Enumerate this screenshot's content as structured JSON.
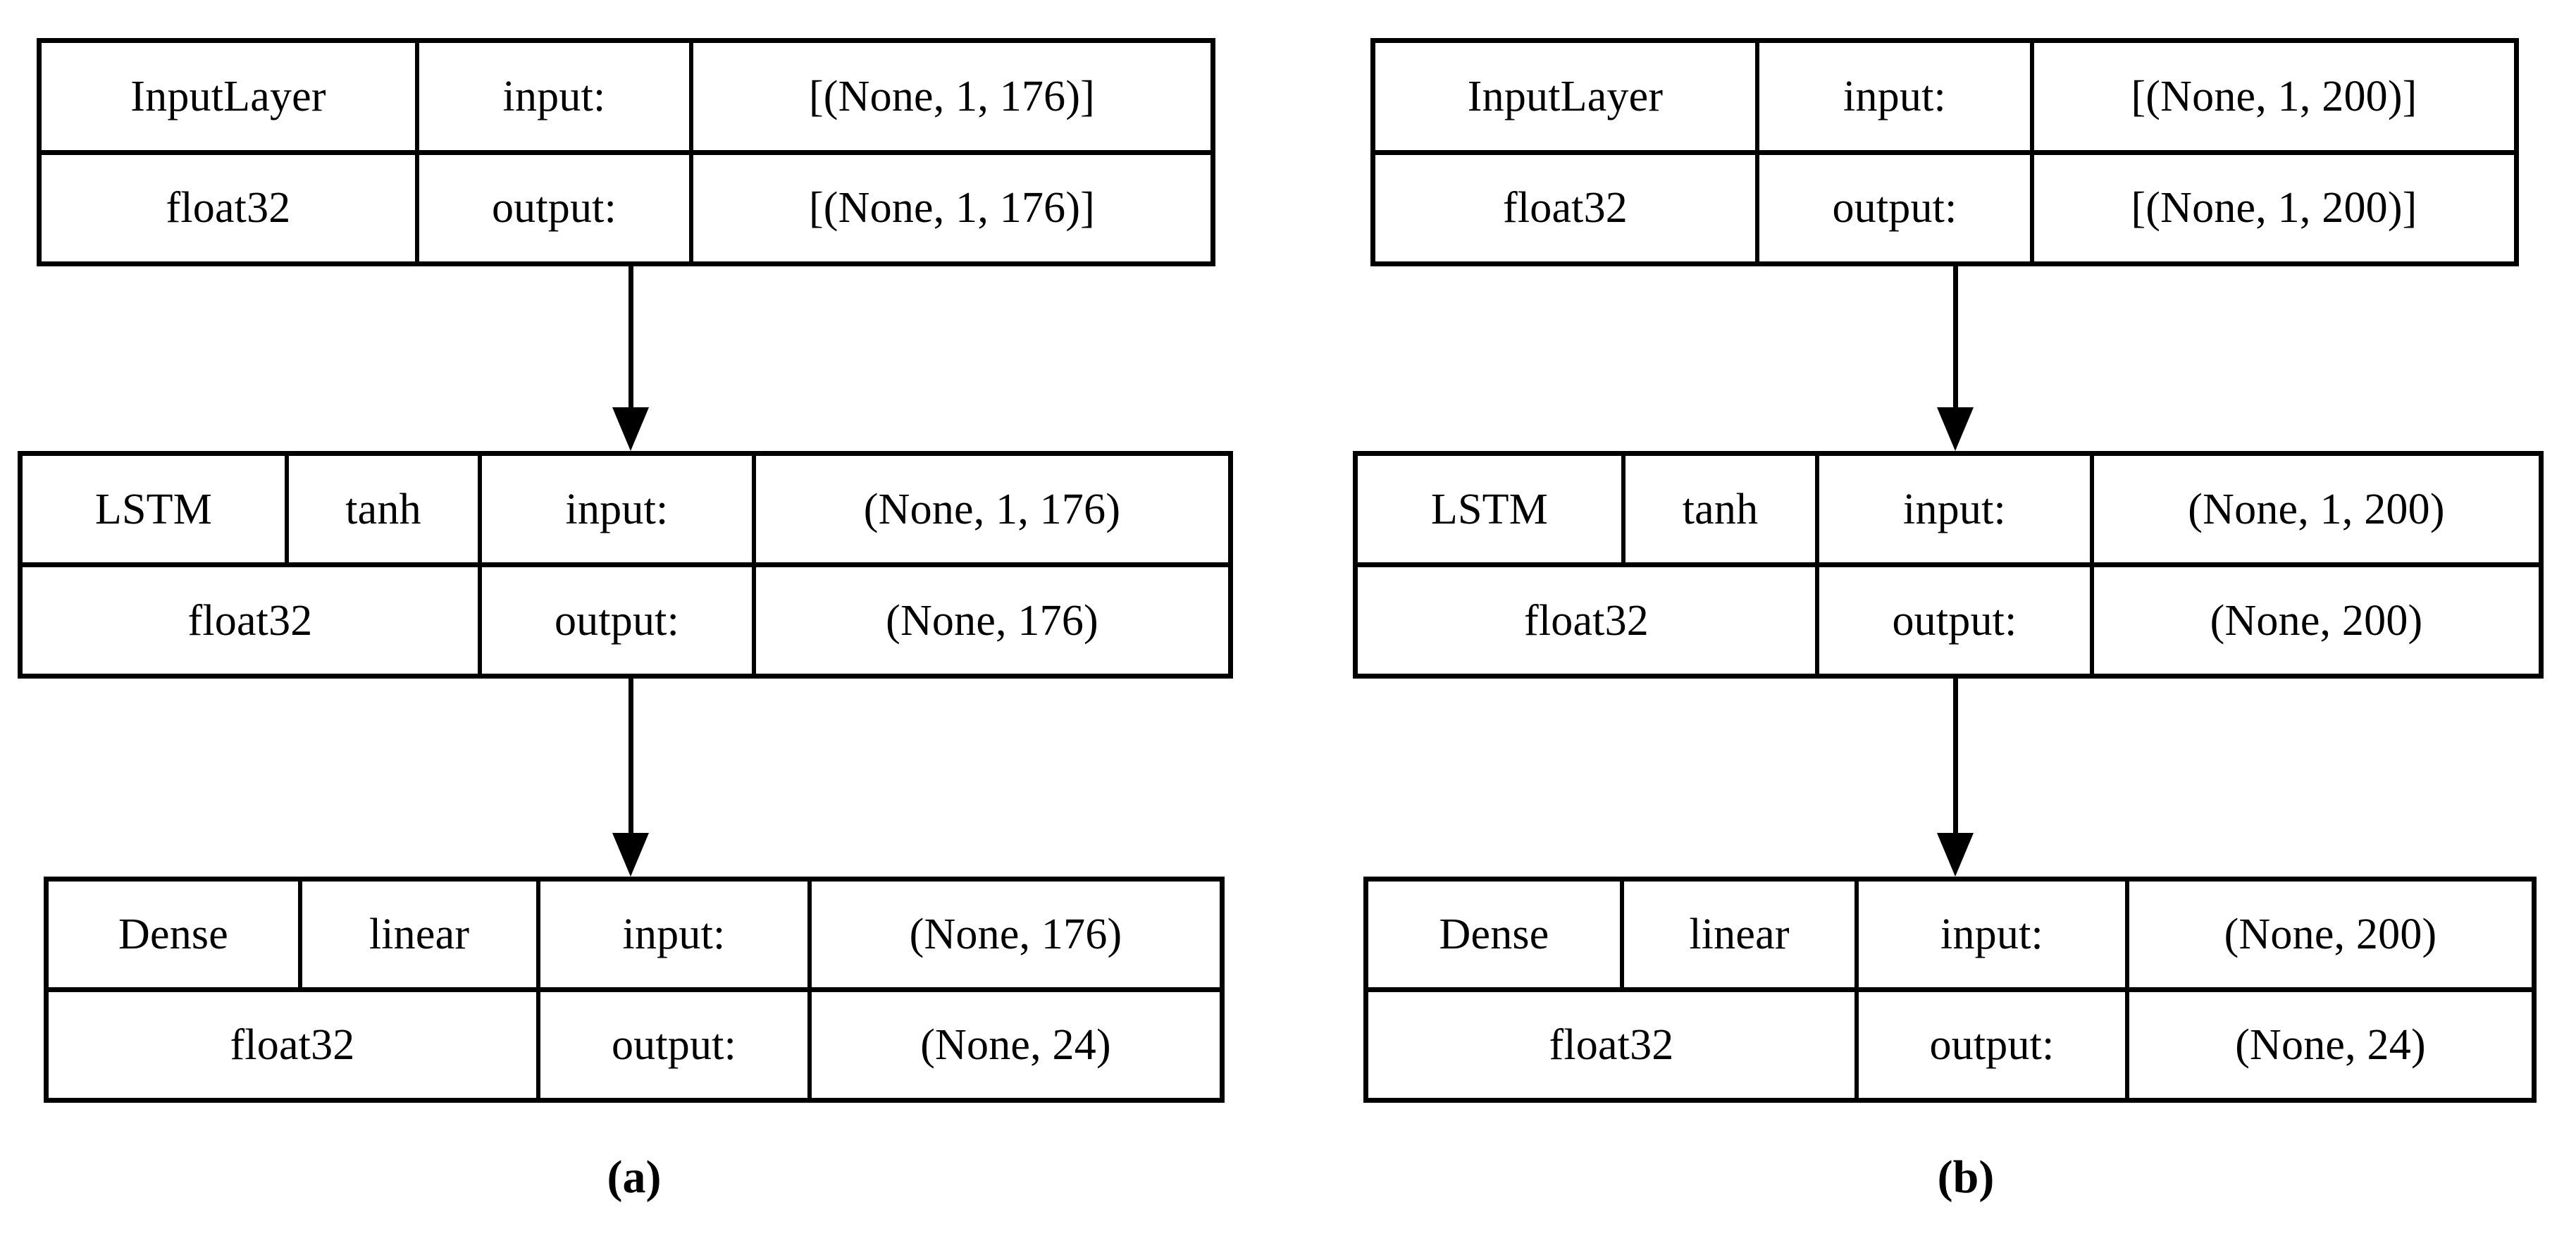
{
  "figure": {
    "type": "neural-network-layer-diagram",
    "panels": [
      {
        "id": "a",
        "caption": "(a)",
        "layers": [
          {
            "name": "InputLayer",
            "dtype": "float32",
            "activation": null,
            "input_label": "input:",
            "output_label": "output:",
            "input_shape": "[(None, 1, 176)]",
            "output_shape": "[(None, 1, 176)]"
          },
          {
            "name": "LSTM",
            "dtype": "float32",
            "activation": "tanh",
            "input_label": "input:",
            "output_label": "output:",
            "input_shape": "(None, 1, 176)",
            "output_shape": "(None, 176)"
          },
          {
            "name": "Dense",
            "dtype": "float32",
            "activation": "linear",
            "input_label": "input:",
            "output_label": "output:",
            "input_shape": "(None, 176)",
            "output_shape": "(None, 24)"
          }
        ]
      },
      {
        "id": "b",
        "caption": "(b)",
        "layers": [
          {
            "name": "InputLayer",
            "dtype": "float32",
            "activation": null,
            "input_label": "input:",
            "output_label": "output:",
            "input_shape": "[(None, 1, 200)]",
            "output_shape": "[(None, 1, 200)]"
          },
          {
            "name": "LSTM",
            "dtype": "float32",
            "activation": "tanh",
            "input_label": "input:",
            "output_label": "output:",
            "input_shape": "(None, 1, 200)",
            "output_shape": "(None, 200)"
          },
          {
            "name": "Dense",
            "dtype": "float32",
            "activation": "linear",
            "input_label": "input:",
            "output_label": "output:",
            "input_shape": "(None, 200)",
            "output_shape": "(None, 24)"
          }
        ]
      }
    ],
    "colors": {
      "background": "#ffffff",
      "stroke": "#000000",
      "text": "#000000"
    }
  }
}
